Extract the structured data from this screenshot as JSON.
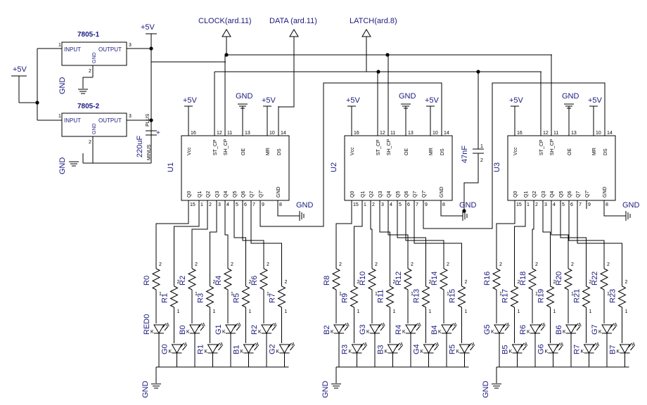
{
  "signals": {
    "clock": "CLOCK(ard.11)",
    "data": "DATA (ard.11)",
    "latch": "LATCH(ard.8)"
  },
  "power": {
    "vcc": "+5V",
    "gnd": "GND"
  },
  "regulators": [
    {
      "name": "7805-1",
      "input": "INPUT",
      "output": "OUTPUT",
      "gnd": "GND",
      "pins": [
        "1",
        "2",
        "3"
      ]
    },
    {
      "name": "7805-2",
      "input": "INPUT",
      "output": "OUTPUT",
      "gnd": "GND",
      "pins": [
        "1",
        "2",
        "3"
      ]
    }
  ],
  "capacitors": {
    "bulk": {
      "value": "220uF",
      "plus": "PLUS",
      "minus": "MINUS",
      "polarity": "+"
    },
    "bypass": {
      "value": "47nF",
      "pins": [
        "1",
        "2"
      ]
    }
  },
  "ics": [
    {
      "name": "U1",
      "output_to": ""
    },
    {
      "name": "U2",
      "output_to": ""
    },
    {
      "name": "U3",
      "output_to": ""
    }
  ],
  "ic_pins": {
    "top": [
      {
        "label": "Vcc",
        "num": "16"
      },
      {
        "label": "ST_CP",
        "num": "12"
      },
      {
        "label": "SH_CP",
        "num": "11"
      },
      {
        "label": "OE",
        "num": "13"
      },
      {
        "label": "MR",
        "num": "10"
      },
      {
        "label": "DS",
        "num": "14"
      }
    ],
    "bottom": [
      {
        "label": "Q0",
        "num": "15"
      },
      {
        "label": "Q1",
        "num": "1"
      },
      {
        "label": "Q2",
        "num": "2"
      },
      {
        "label": "Q3",
        "num": "3"
      },
      {
        "label": "Q4",
        "num": "4"
      },
      {
        "label": "Q5",
        "num": "5"
      },
      {
        "label": "Q6",
        "num": "6"
      },
      {
        "label": "Q7",
        "num": "7"
      },
      {
        "label": "Q7'",
        "num": "9"
      },
      {
        "label": "GND",
        "num": "8"
      }
    ]
  },
  "groups": [
    {
      "resistors": [
        "R0",
        "R1",
        "R2",
        "R3",
        "R4",
        "R5",
        "R6",
        "R7"
      ],
      "leds": [
        "RED0",
        "G0",
        "B0",
        "R1",
        "G1",
        "B1",
        "R2",
        "G2"
      ]
    },
    {
      "resistors": [
        "R8",
        "R9",
        "R10",
        "R11",
        "R12",
        "R13",
        "R14",
        "R15"
      ],
      "leds": [
        "B2",
        "R3",
        "G3",
        "B3",
        "R4",
        "G4",
        "B4",
        "R5"
      ]
    },
    {
      "resistors": [
        "R16",
        "R17",
        "R18",
        "R19",
        "R20",
        "R21",
        "R22",
        "R23"
      ],
      "leds": [
        "G5",
        "B5",
        "R6",
        "G6",
        "B6",
        "R7",
        "G7",
        "B7"
      ]
    }
  ],
  "part_pins": {
    "res_1": "1",
    "res_2": "2",
    "led_a": "A",
    "led_k": "K"
  }
}
